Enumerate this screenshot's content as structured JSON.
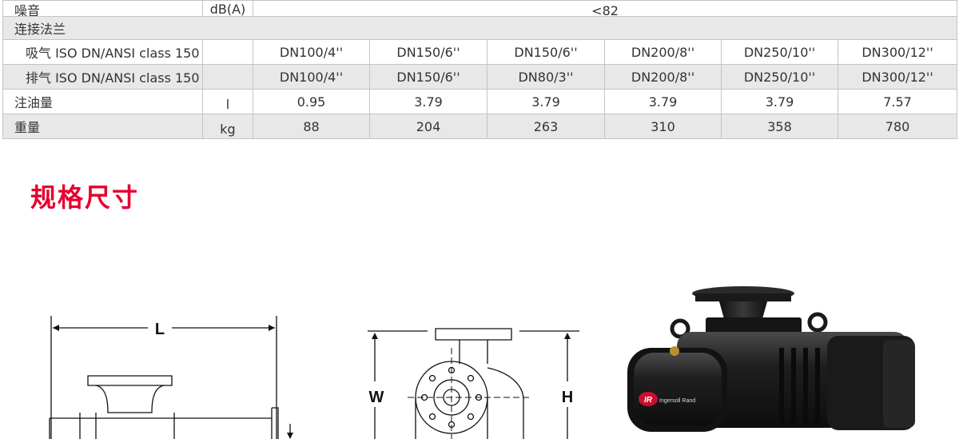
{
  "spec_table": {
    "rows": [
      {
        "label": "噪音",
        "unit": "dB(A)",
        "merged_value": "<82",
        "shaded": false,
        "indent": false
      },
      {
        "label": "连接法兰",
        "unit": "",
        "section": true,
        "shaded": true,
        "indent": false
      },
      {
        "label": "吸气 ISO DN/ANSI class 150",
        "unit": "",
        "shaded": false,
        "indent": true,
        "values": [
          "DN100/4''",
          "DN150/6''",
          "DN150/6''",
          "DN200/8''",
          "DN250/10''",
          "DN300/12''"
        ]
      },
      {
        "label": "排气 ISO DN/ANSI class 150",
        "unit": "",
        "shaded": true,
        "indent": true,
        "values": [
          "DN100/4''",
          "DN150/6''",
          "DN80/3''",
          "DN200/8''",
          "DN250/10''",
          "DN300/12''"
        ]
      },
      {
        "label": "注油量",
        "unit": "l",
        "shaded": false,
        "indent": false,
        "values": [
          "0.95",
          "3.79",
          "3.79",
          "3.79",
          "3.79",
          "7.57"
        ]
      },
      {
        "label": "重量",
        "unit": "kg",
        "shaded": true,
        "indent": false,
        "values": [
          "88",
          "204",
          "263",
          "310",
          "358",
          "780"
        ]
      }
    ]
  },
  "section_title": "规格尺寸",
  "drawings": {
    "side_view": {
      "dimension_label": "L"
    },
    "front_view": {
      "width_label": "W",
      "height_label": "H"
    }
  },
  "product_photo": {
    "logo_text": "IR",
    "brand_text": "Ingersoll Rand",
    "body_color": "#1c1c1c"
  }
}
